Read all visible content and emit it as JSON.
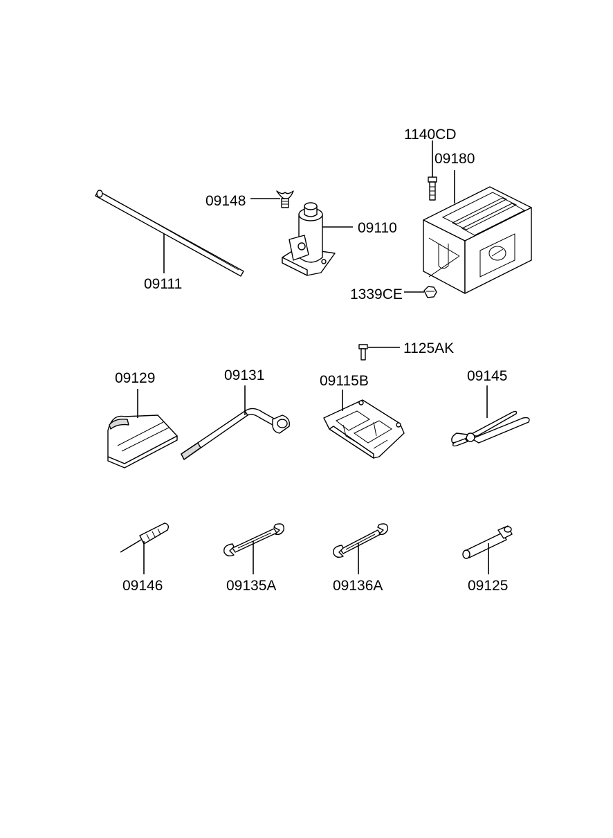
{
  "parts": [
    {
      "id": "p1140CD",
      "label": "1140CD"
    },
    {
      "id": "p09180",
      "label": "09180"
    },
    {
      "id": "p09148",
      "label": "09148"
    },
    {
      "id": "p09110",
      "label": "09110"
    },
    {
      "id": "p09111",
      "label": "09111"
    },
    {
      "id": "p1339CE",
      "label": "1339CE"
    },
    {
      "id": "p1125AK",
      "label": "1125AK"
    },
    {
      "id": "p09129",
      "label": "09129"
    },
    {
      "id": "p09131",
      "label": "09131"
    },
    {
      "id": "p09115B",
      "label": "09115B"
    },
    {
      "id": "p09145",
      "label": "09145"
    },
    {
      "id": "p09146",
      "label": "09146"
    },
    {
      "id": "p09135A",
      "label": "09135A"
    },
    {
      "id": "p09136A",
      "label": "09136A"
    },
    {
      "id": "p09125",
      "label": "09125"
    }
  ]
}
